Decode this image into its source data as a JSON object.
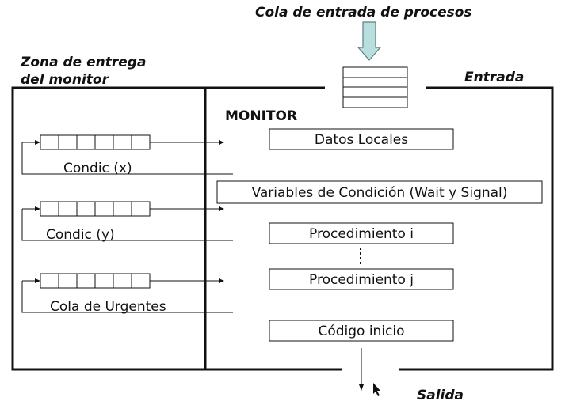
{
  "labels": {
    "input_queue": "Cola de entrada de procesos",
    "delivery_zone_line1": "Zona de entrega",
    "delivery_zone_line2": "del monitor",
    "entrada": "Entrada",
    "monitor": "MONITOR",
    "salida": "Salida"
  },
  "condition_queues": [
    {
      "label": "Condic (x)"
    },
    {
      "label": "Condic (y)"
    },
    {
      "label": "Cola de Urgentes"
    }
  ],
  "monitor_boxes": [
    {
      "label": "Datos Locales"
    },
    {
      "label": "Variables de Condición (Wait y Signal)"
    },
    {
      "label": "Procedimiento i"
    },
    {
      "label": "Procedimiento j"
    },
    {
      "label": "Código inicio"
    }
  ],
  "colors": {
    "input_arrow_fill": "#b9dede",
    "input_arrow_stroke": "#5f7f86"
  },
  "icons": {
    "entry_queue": "stacked-queue-icon",
    "cursor": "mouse-pointer-icon"
  }
}
